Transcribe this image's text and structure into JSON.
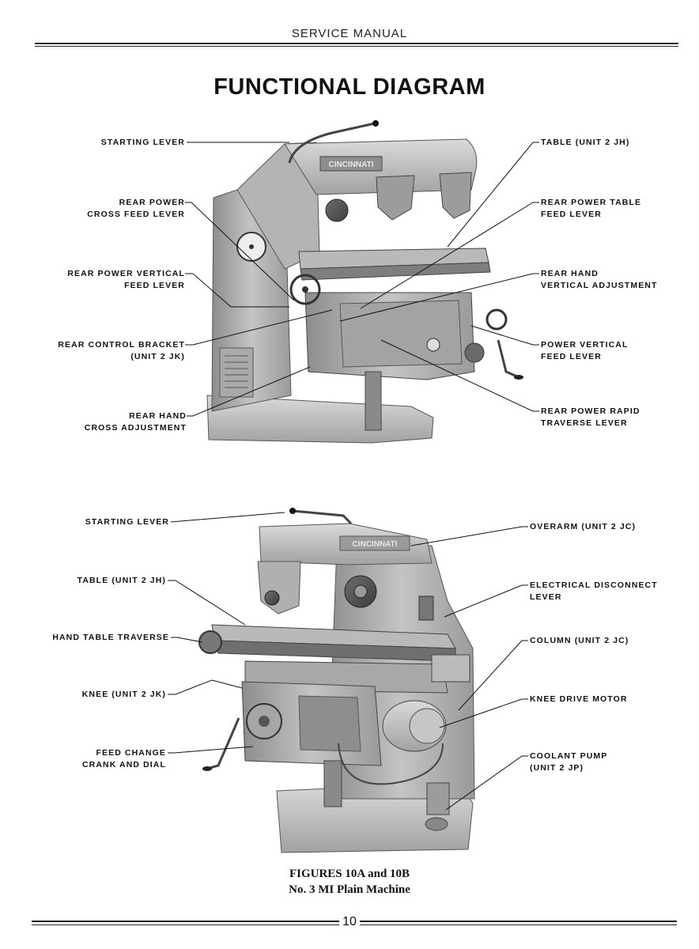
{
  "header": {
    "text": "SERVICE MANUAL"
  },
  "title": "FUNCTIONAL DIAGRAM",
  "figure_a": {
    "brand": "CINCINNATI",
    "labels_left": [
      {
        "lines": [
          "STARTING LEVER"
        ]
      },
      {
        "lines": [
          "REAR POWER",
          "CROSS FEED LEVER"
        ]
      },
      {
        "lines": [
          "REAR POWER VERTICAL",
          "FEED LEVER"
        ]
      },
      {
        "lines": [
          "REAR CONTROL BRACKET",
          "(UNIT 2 JK)"
        ]
      },
      {
        "lines": [
          "REAR HAND",
          "CROSS ADJUSTMENT"
        ]
      }
    ],
    "labels_right": [
      {
        "lines": [
          "TABLE (UNIT 2 JH)"
        ]
      },
      {
        "lines": [
          "REAR POWER TABLE",
          "FEED LEVER"
        ]
      },
      {
        "lines": [
          "REAR HAND",
          "VERTICAL ADJUSTMENT"
        ]
      },
      {
        "lines": [
          "POWER VERTICAL",
          "FEED LEVER"
        ]
      },
      {
        "lines": [
          "REAR POWER RAPID",
          "TRAVERSE LEVER"
        ]
      }
    ]
  },
  "figure_b": {
    "brand": "CINCINNATI",
    "labels_left": [
      {
        "lines": [
          "STARTING LEVER"
        ]
      },
      {
        "lines": [
          "TABLE (UNIT 2 JH)"
        ]
      },
      {
        "lines": [
          "HAND TABLE TRAVERSE"
        ]
      },
      {
        "lines": [
          "KNEE (UNIT 2 JK)"
        ]
      },
      {
        "lines": [
          "FEED CHANGE",
          "CRANK AND DIAL"
        ]
      }
    ],
    "labels_right": [
      {
        "lines": [
          "OVERARM (UNIT 2 JC)"
        ]
      },
      {
        "lines": [
          "ELECTRICAL DISCONNECT",
          "LEVER"
        ]
      },
      {
        "lines": [
          "COLUMN (UNIT 2 JC)"
        ]
      },
      {
        "lines": [
          "KNEE DRIVE MOTOR"
        ]
      },
      {
        "lines": [
          "COOLANT PUMP",
          "(UNIT 2 JP)"
        ]
      }
    ]
  },
  "caption": {
    "line1": "FIGURES 10A and 10B",
    "line2": "No. 3 MI Plain Machine"
  },
  "page_number": "10"
}
